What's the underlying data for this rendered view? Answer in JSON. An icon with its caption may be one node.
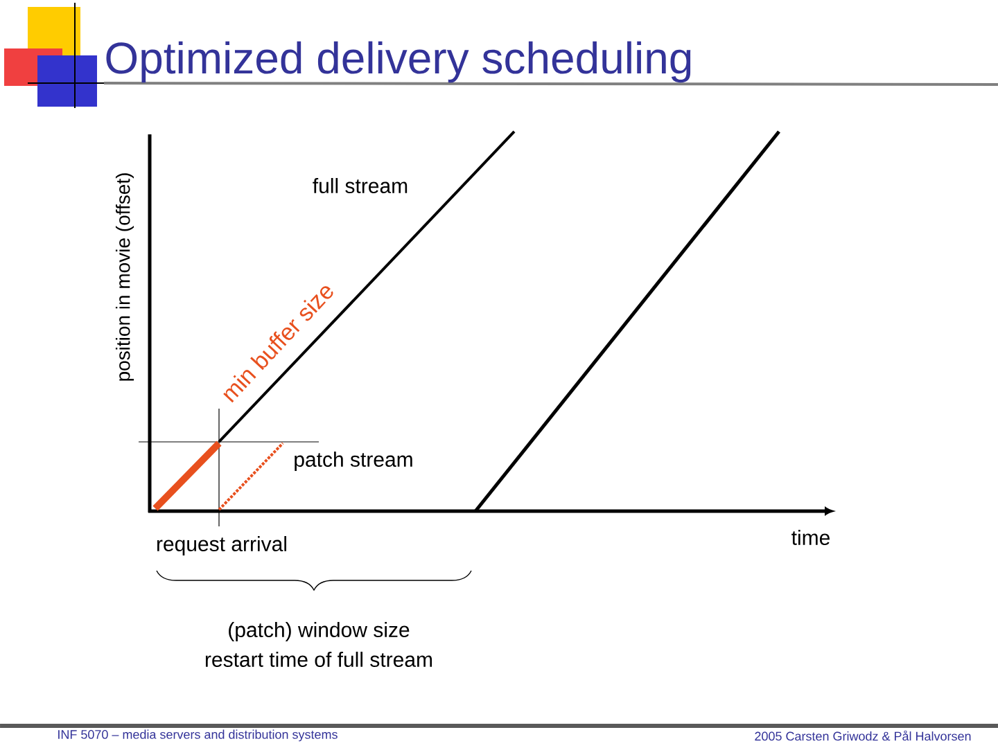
{
  "diagram": {
    "title": "Optimized delivery scheduling",
    "labels": [
      "position in movie (offset)",
      "full stream",
      "min buffer size",
      "patch stream",
      "request arrival",
      "time",
      "(patch) window size",
      "restart time of full stream",
      "INF 5070 – media servers and distribution systems",
      "2005 Carsten Griwodz & Pål Halvorsen"
    ]
  }
}
